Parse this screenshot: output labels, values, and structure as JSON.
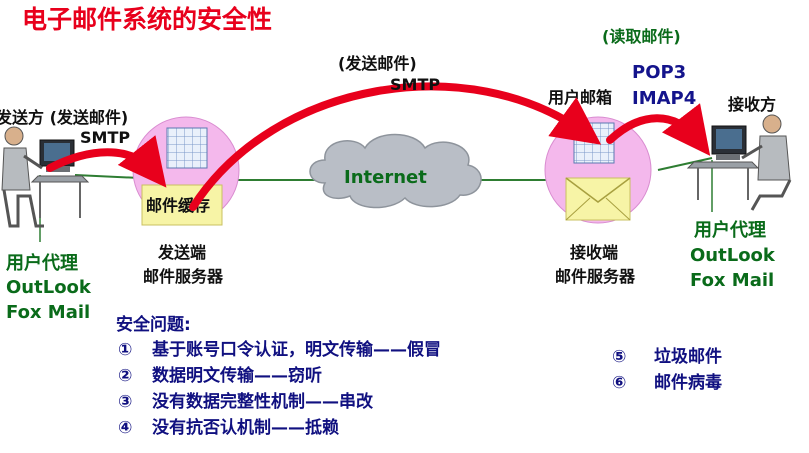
{
  "title": "电子邮件系统的安全性",
  "sender": {
    "label_line1": "发送方 (发送邮件)",
    "label_line2": "SMTP",
    "agent": [
      "用户代理",
      "OutLook",
      "Fox Mail"
    ]
  },
  "sending_server": {
    "cache_label": "邮件缓存",
    "caption": [
      "发送端",
      "邮件服务器"
    ]
  },
  "transfer": {
    "label_line1": "(发送邮件)",
    "label_line2": "SMTP"
  },
  "internet_label": "Internet",
  "receiving_server": {
    "mailbox_label": "用户邮箱",
    "caption": [
      "接收端",
      "邮件服务器"
    ]
  },
  "read": {
    "label_line1": "(读取邮件)",
    "label_line2": "POP3",
    "label_line3": "IMAP4"
  },
  "receiver": {
    "label": "接收方",
    "agent": [
      "用户代理",
      "OutLook",
      "Fox Mail"
    ]
  },
  "issues": {
    "heading": "安全问题:",
    "items": [
      {
        "num": "①",
        "text": "基于账号口令认证，明文传输——假冒"
      },
      {
        "num": "②",
        "text": "数据明文传输——窃听"
      },
      {
        "num": "③",
        "text": "没有数据完整性机制——串改"
      },
      {
        "num": "④",
        "text": "没有抗否认机制——抵赖"
      },
      {
        "num": "⑤",
        "text": "垃圾邮件"
      },
      {
        "num": "⑥",
        "text": "邮件病毒"
      }
    ]
  },
  "colors": {
    "title": "#e8001c",
    "arrow": "#e8001c",
    "link": "#2e7d32",
    "server_circle": "#f4b8ec",
    "cloud": "#b9bec6"
  }
}
